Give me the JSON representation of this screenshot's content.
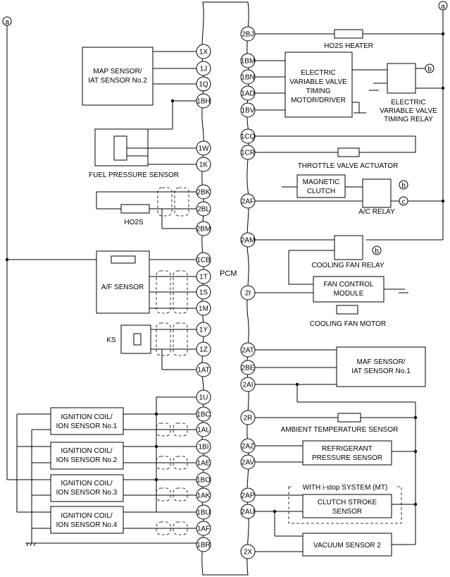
{
  "pcm_label": "PCM",
  "bus_marker": "a",
  "relay_markers": {
    "b": "b",
    "c": "c"
  },
  "pins_left": [
    "1X",
    "1J",
    "1Q",
    "1BH",
    "1W",
    "1K",
    "2BK",
    "2BL",
    "2BM",
    "1CB",
    "1T",
    "1S",
    "1M",
    "1Y",
    "1Z",
    "1AT",
    "1U",
    "1BC",
    "1AL",
    "1BI",
    "1AE",
    "1BO",
    "1AK",
    "1BU",
    "1AF",
    "1BR"
  ],
  "pins_right": [
    "2BJ",
    "1BM",
    "1BN",
    "1AD",
    "1BV",
    "1CQ",
    "1CR",
    "2AF",
    "2AM",
    "2I",
    "2AT",
    "2BE",
    "2AI",
    "2R",
    "2AZ",
    "2AV",
    "2AP",
    "2AU",
    "2X"
  ],
  "components": {
    "map_sensor": [
      "MAP SENSOR/",
      "IAT SENSOR No.2"
    ],
    "fuel_pressure_sensor": "FUEL PRESSURE SENSOR",
    "ho2s": "HO2S",
    "af_sensor": "A/F SENSOR",
    "ks": "KS",
    "ign1": [
      "IGNITION COIL/",
      "ION SENSOR No.1"
    ],
    "ign2": [
      "IGNITION COIL/",
      "ION SENSOR No.2"
    ],
    "ign3": [
      "IGNITION COIL/",
      "ION SENSOR No.3"
    ],
    "ign4": [
      "IGNITION COIL/",
      "ION SENSOR No.4"
    ],
    "ho2s_heater": "HO2S HEATER",
    "evvt_motor": [
      "ELECTRIC",
      "VARIABLE VALVE",
      "TIMING",
      "MOTOR/DRIVER"
    ],
    "evvt_relay": [
      "ELECTRIC",
      "VARIABLE VALVE",
      "TIMING RELAY"
    ],
    "throttle_actuator": "THROTTLE VALVE ACTUATOR",
    "magnetic_clutch": [
      "MAGNETIC",
      "CLUTCH"
    ],
    "ac_relay": "A/C RELAY",
    "cooling_fan_relay": "COOLING FAN RELAY",
    "fan_control_module": [
      "FAN CONTROL",
      "MODULE"
    ],
    "cooling_fan_motor": "COOLING FAN MOTOR",
    "maf_sensor": [
      "MAF SENSOR/",
      "IAT SENSOR No.1"
    ],
    "ambient_temp_sensor": "AMBIENT TEMPERATURE SENSOR",
    "refrigerant_sensor": [
      "REFRIGERANT",
      "PRESSURE SENSOR"
    ],
    "istop_group": "WITH i-stop SYSTEM (MT)",
    "clutch_stroke_sensor": [
      "CLUTCH STROKE",
      "SENSOR"
    ],
    "vacuum_sensor": "VACUUM SENSOR 2"
  }
}
